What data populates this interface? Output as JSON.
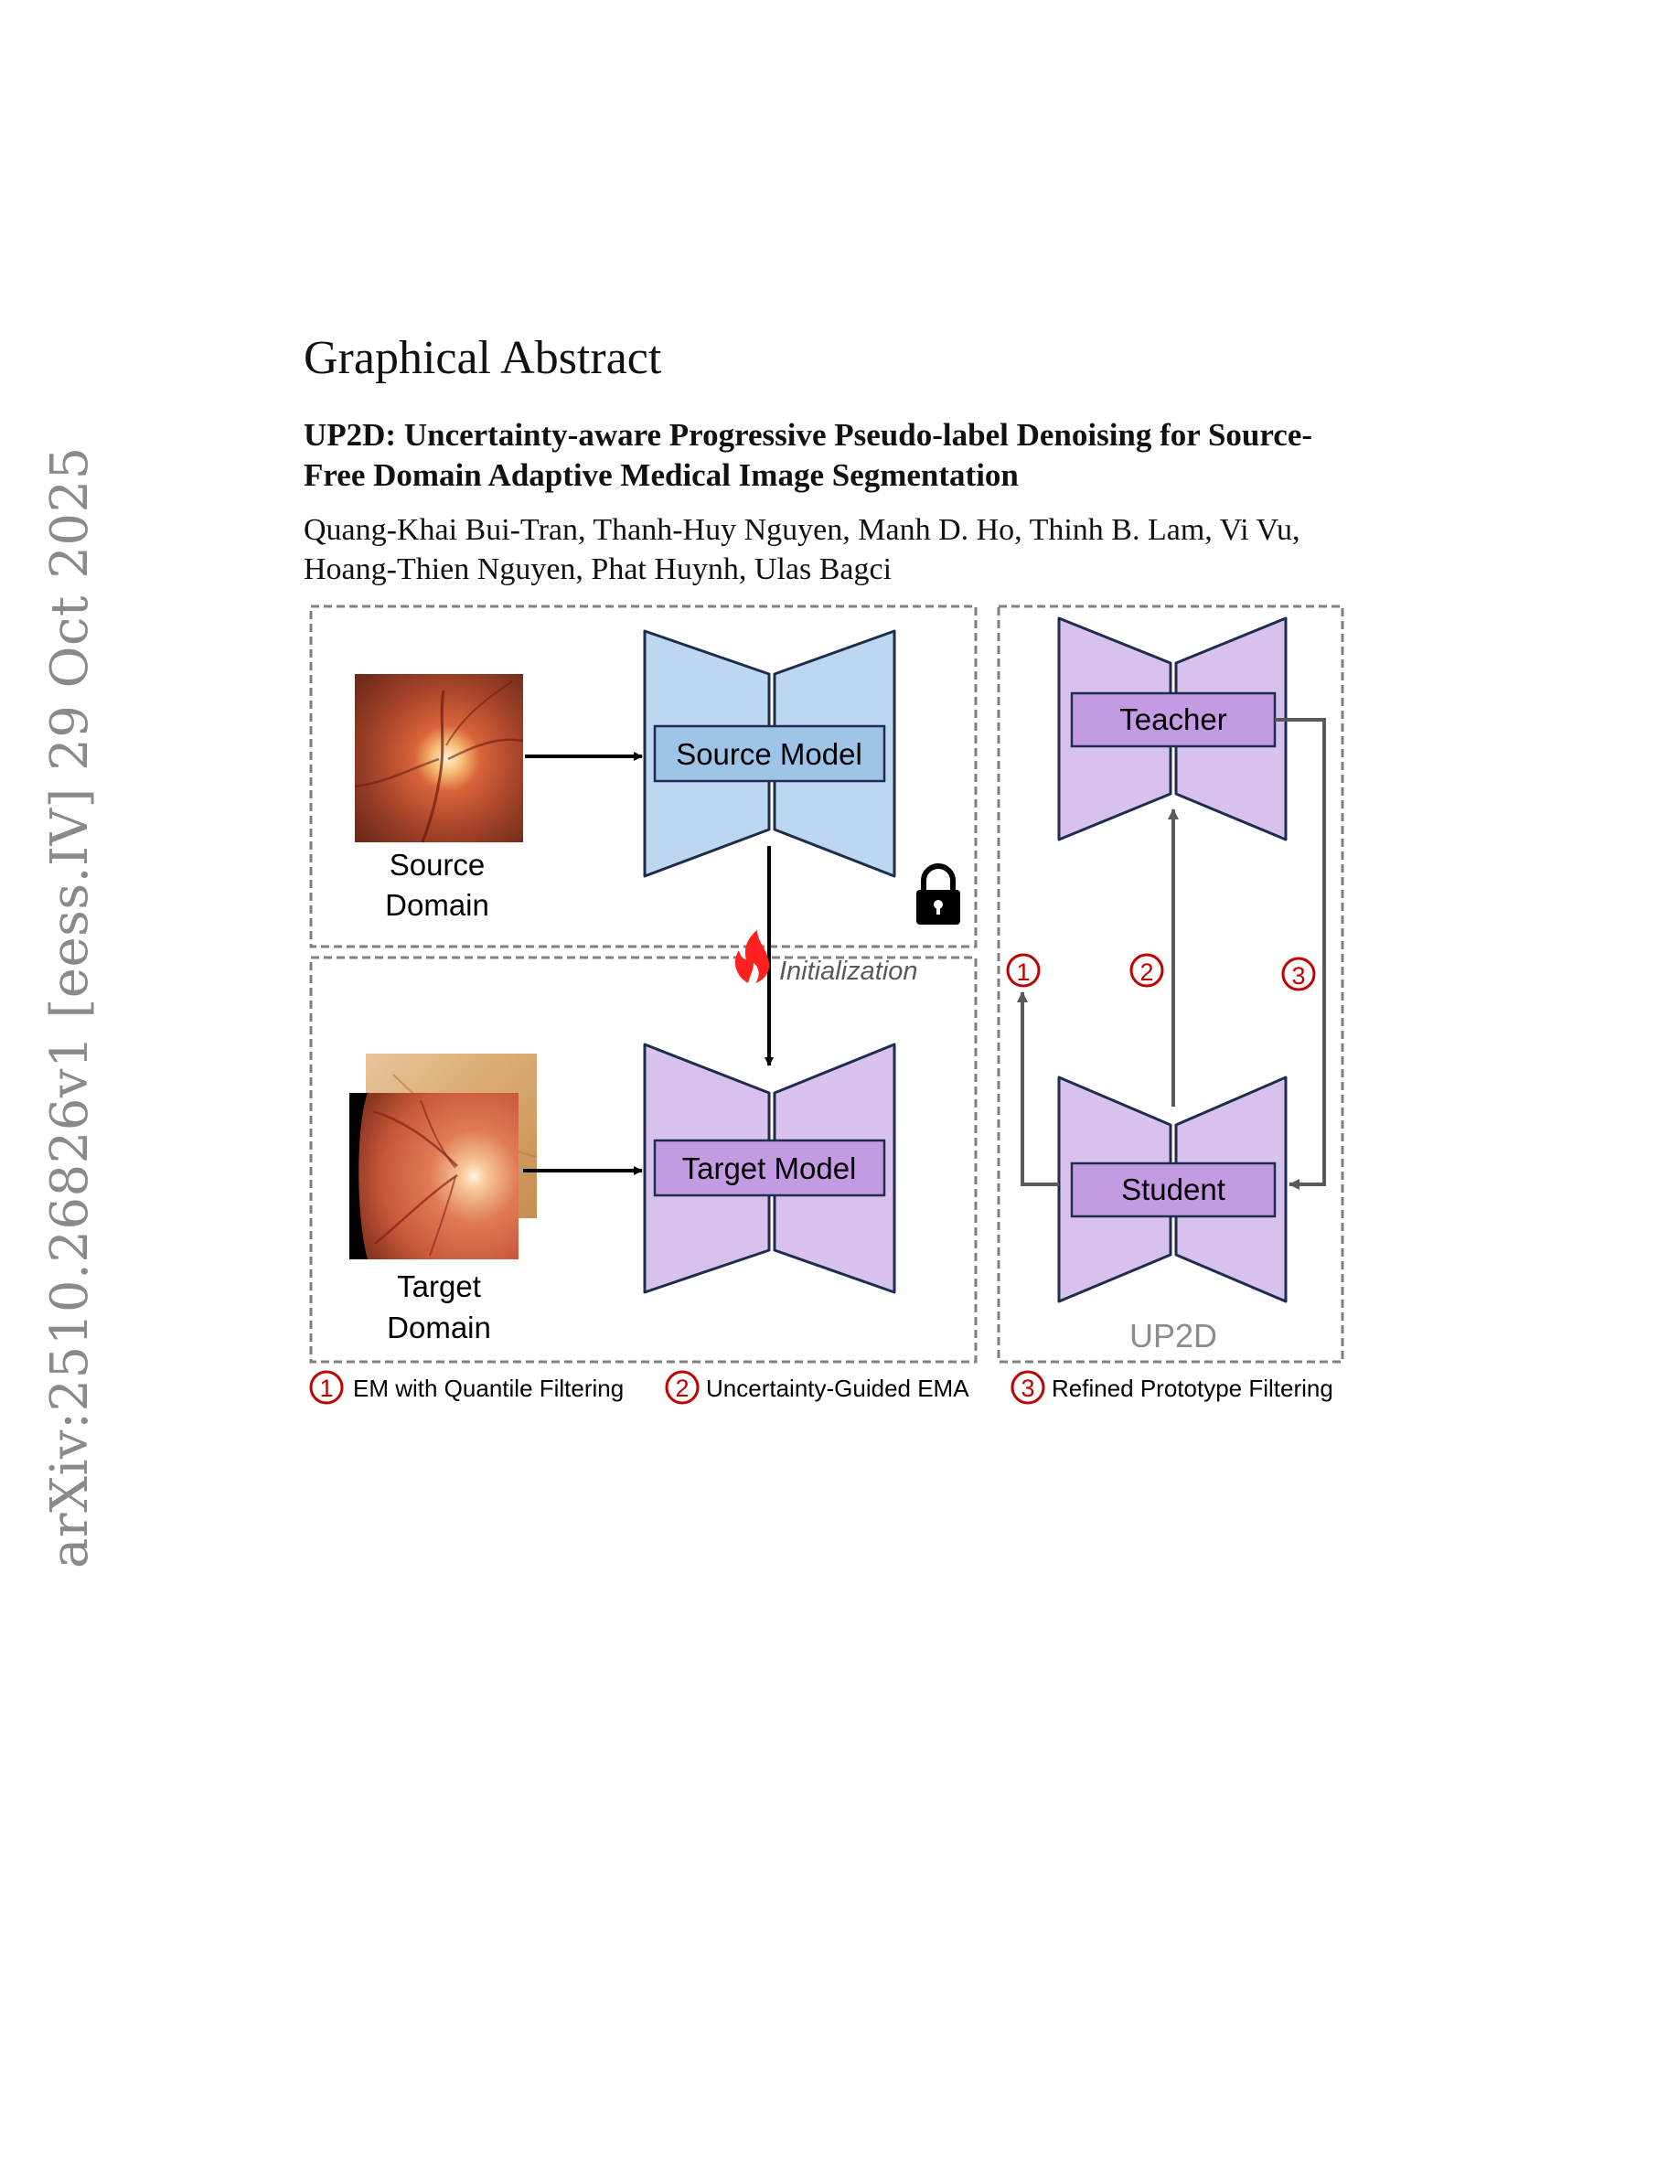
{
  "arxiv_stamp": "arXiv:2510.26826v1  [eess.IV]  29 Oct 2025",
  "heading": "Graphical Abstract",
  "title": "UP2D: Uncertainty-aware Progressive Pseudo-label Denoising for Source-Free Domain Adaptive Medical Image Segmentation",
  "authors": "Quang-Khai Bui-Tran, Thanh-Huy Nguyen, Manh D. Ho, Thinh B. Lam, Vi Vu, Hoang-Thien Nguyen, Phat Huynh, Ulas Bagci",
  "figure": {
    "source_model": "Source Model",
    "target_model": "Target Model",
    "source_domain_line1": "Source",
    "source_domain_line2": "Domain",
    "target_domain_line1": "Target",
    "target_domain_line2": "Domain",
    "initialization": "Initialization",
    "teacher": "Teacher",
    "student": "Student",
    "framework_name": "UP2D",
    "steps": [
      {
        "number": "1",
        "label": "EM with Quantile Filtering"
      },
      {
        "number": "2",
        "label": "Uncertainty-Guided EMA"
      },
      {
        "number": "3",
        "label": "Refined Prototype Filtering"
      }
    ],
    "colors": {
      "source_fill": "#bdd7ee",
      "source_box": "#9dc3e6",
      "target_fill": "#d9c1ee",
      "target_box": "#c39be3",
      "outline": "#1f2d4d",
      "step_red": "#c00000",
      "arrow_gray": "#5a5a5a",
      "dash_gray": "#7f7f7f",
      "flame_red": "#ff2020"
    },
    "icons": [
      "lock-icon",
      "flame-icon",
      "fundus-image"
    ]
  }
}
